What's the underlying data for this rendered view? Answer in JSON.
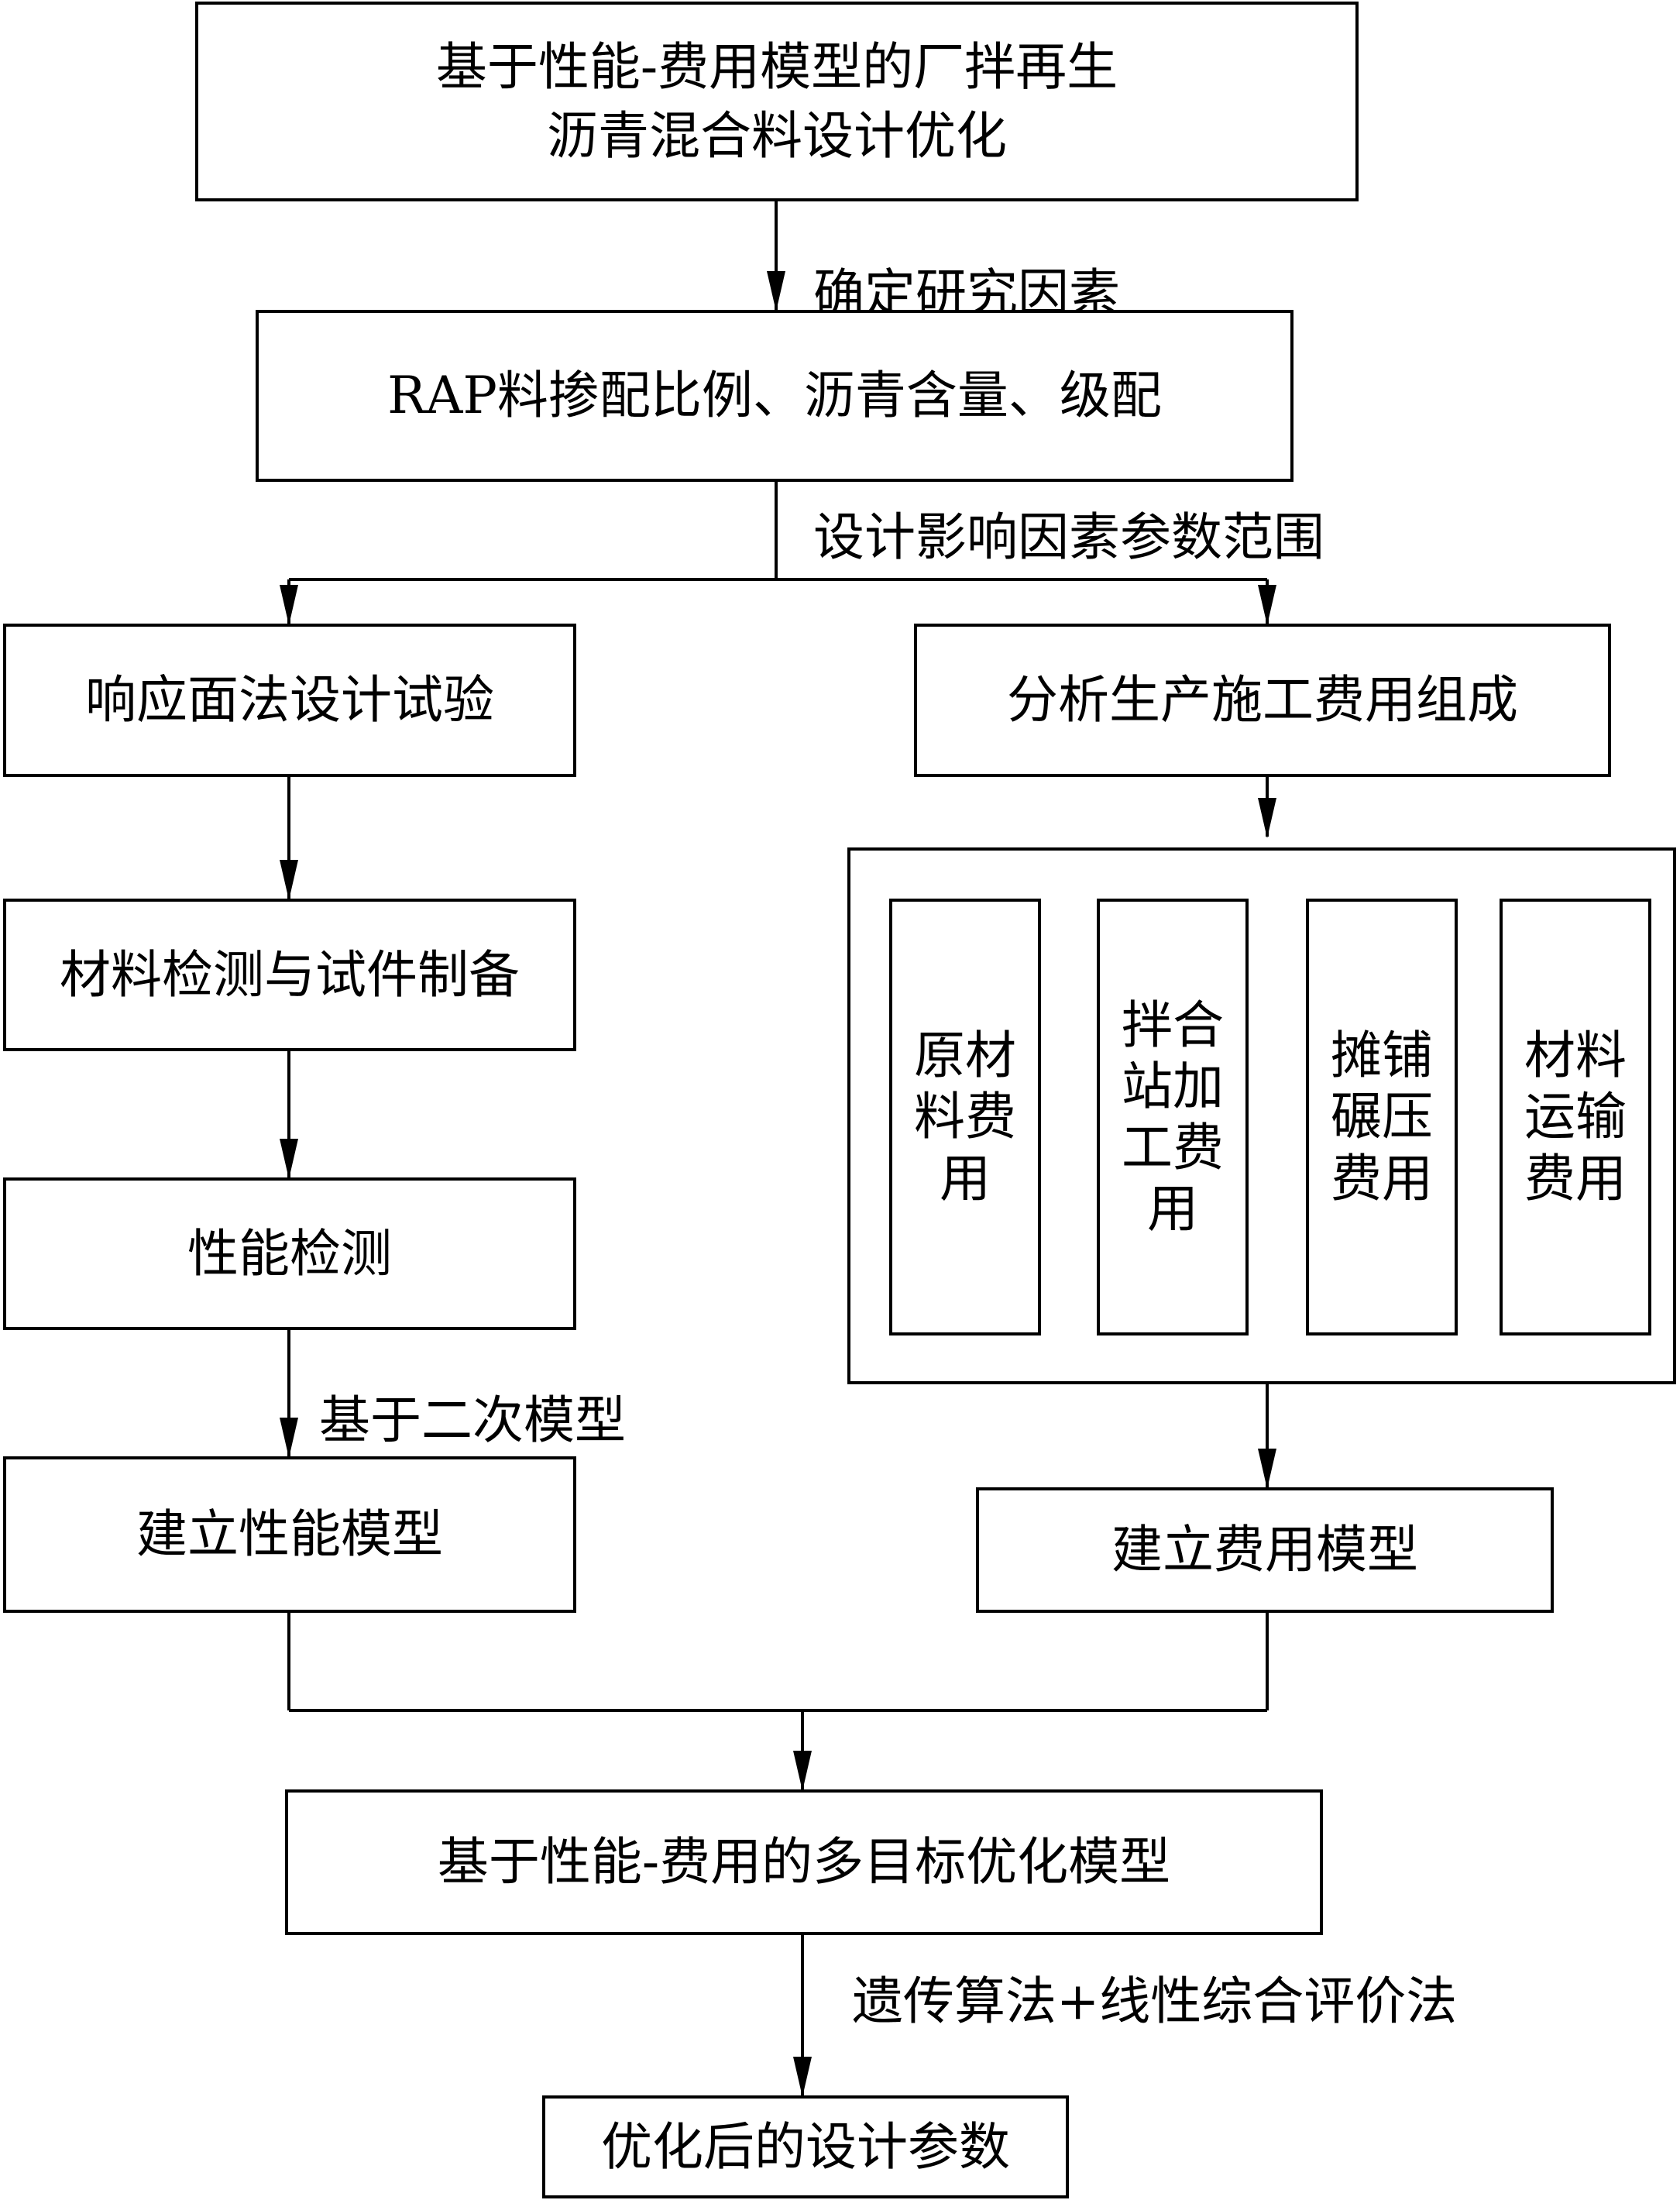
{
  "title": "基于性能-费用模型的厂拌再生沥青混合料设计优化",
  "nodes": {
    "top": {
      "line1": "基于性能-费用模型的厂拌再生",
      "line2": "沥青混合料设计优化"
    },
    "factors": "RAP料掺配比例、沥青含量、级配",
    "rsm": "响应面法设计试验",
    "material_test": "材料检测与试件制备",
    "performance_test": "性能检测",
    "performance_model": "建立性能模型",
    "cost_analysis": "分析生产施工费用组成",
    "cost_items": [
      {
        "label": "原材料费用"
      },
      {
        "label": "拌合站加工费用"
      },
      {
        "label": "摊铺碾压费用"
      },
      {
        "label": "材料运输费用"
      }
    ],
    "cost_model": "建立费用模型",
    "multi_objective": "基于性能-费用的多目标优化模型",
    "result": "优化后的设计参数"
  },
  "edge_labels": {
    "determine_factors": "确定研究因素",
    "design_ranges": "设计影响因素参数范围",
    "quadratic_model": "基于二次模型",
    "algorithm": "遗传算法+线性综合评价法"
  }
}
